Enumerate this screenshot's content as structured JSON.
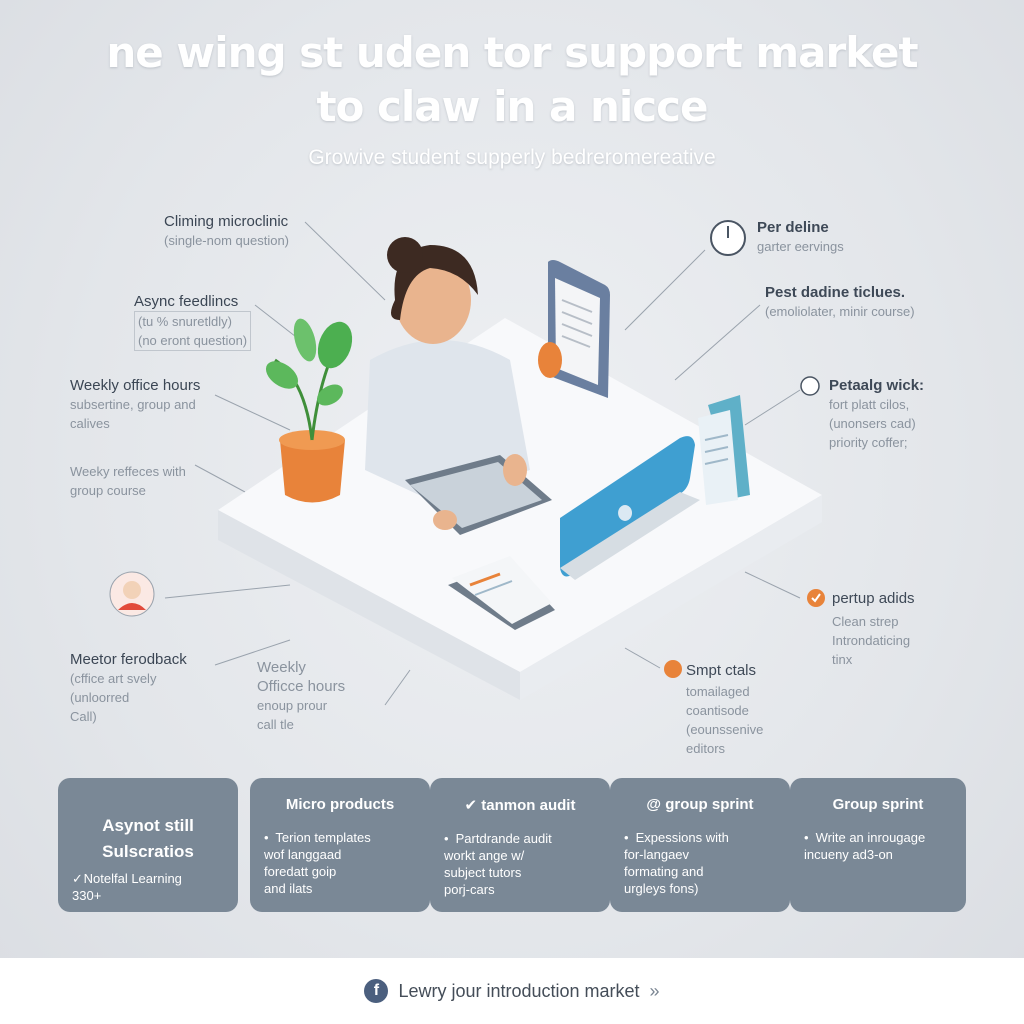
{
  "header": {
    "title_line1": "ne wing st uden tor support market",
    "title_line2": "to claw in a nicce",
    "subtitle": "Growive student supperly bedreromereative"
  },
  "left_labels": [
    {
      "title": "Climing microclinic",
      "sub": "(single-nom question)"
    },
    {
      "title": "Async feedlincs",
      "sub": "(tu % snuretldly)",
      "sub2": "(no eront question)"
    },
    {
      "title": "Weekly office hours",
      "sub": "subsertine, group and",
      "sub2": "calives"
    },
    {
      "title": "Weeky reffeces with",
      "sub": "group course"
    },
    {
      "title": "Meetor ferodback",
      "sub": "(cffice art svely",
      "sub2": "(unloorred",
      "sub3": "Call)"
    },
    {
      "title": "Weekly",
      "sub": "Officce hours",
      "sub2": "enoup prour",
      "sub3": "call tle"
    }
  ],
  "right_labels": [
    {
      "title": "Per deline",
      "sub": "garter eervings"
    },
    {
      "title": "Pest dadine ticlues.",
      "sub": "(emoliolater, minir course)"
    },
    {
      "title": "Petaalg wick:",
      "sub": "fort platt cilos,",
      "sub2": "(unonsers cad)",
      "sub3": "priority coffer;"
    },
    {
      "title": "pertup adids",
      "sub": "Clean strep",
      "sub2": "Introndaticing",
      "sub3": "tinx"
    },
    {
      "title": "Smpt ctals",
      "sub": "tomailaged",
      "sub2": "coantisode",
      "sub3": "(eounssenive",
      "sub4": "editors"
    }
  ],
  "cards": [
    {
      "title": "Asynot still",
      "title2": "Sulscratios",
      "bullet": "✓",
      "body": "Notelfal Learning",
      "body2": "330+"
    },
    {
      "title": "Micro products",
      "bullet": "•",
      "body": "Terion templates",
      "body2": "wof langgaad",
      "body3": "foredatt goip",
      "body4": "and ilats"
    },
    {
      "title": "tanmon audit",
      "icon": "✔",
      "bullet": "•",
      "body": "Partdrande audit",
      "body2": "workt ange w/",
      "body3": "subject tutors",
      "body4": "porj-cars"
    },
    {
      "title": "group sprint",
      "icon": "@",
      "bullet": "•",
      "body": "Expessions with",
      "body2": "for-langaev",
      "body3": "formating and",
      "body4": "urgleys fons)"
    },
    {
      "title": "Group sprint",
      "bullet": "•",
      "body": "Write an inrougage",
      "body2": "incueny ad3-on"
    }
  ],
  "footer": {
    "icon": "f",
    "text": "Lewry jour introduction market",
    "arrow": "»"
  },
  "colors": {
    "accent_orange": "#e8833a",
    "laptop_blue": "#3f9fd1",
    "card_bg": "#7a8896",
    "plant_green": "#4caf50"
  }
}
